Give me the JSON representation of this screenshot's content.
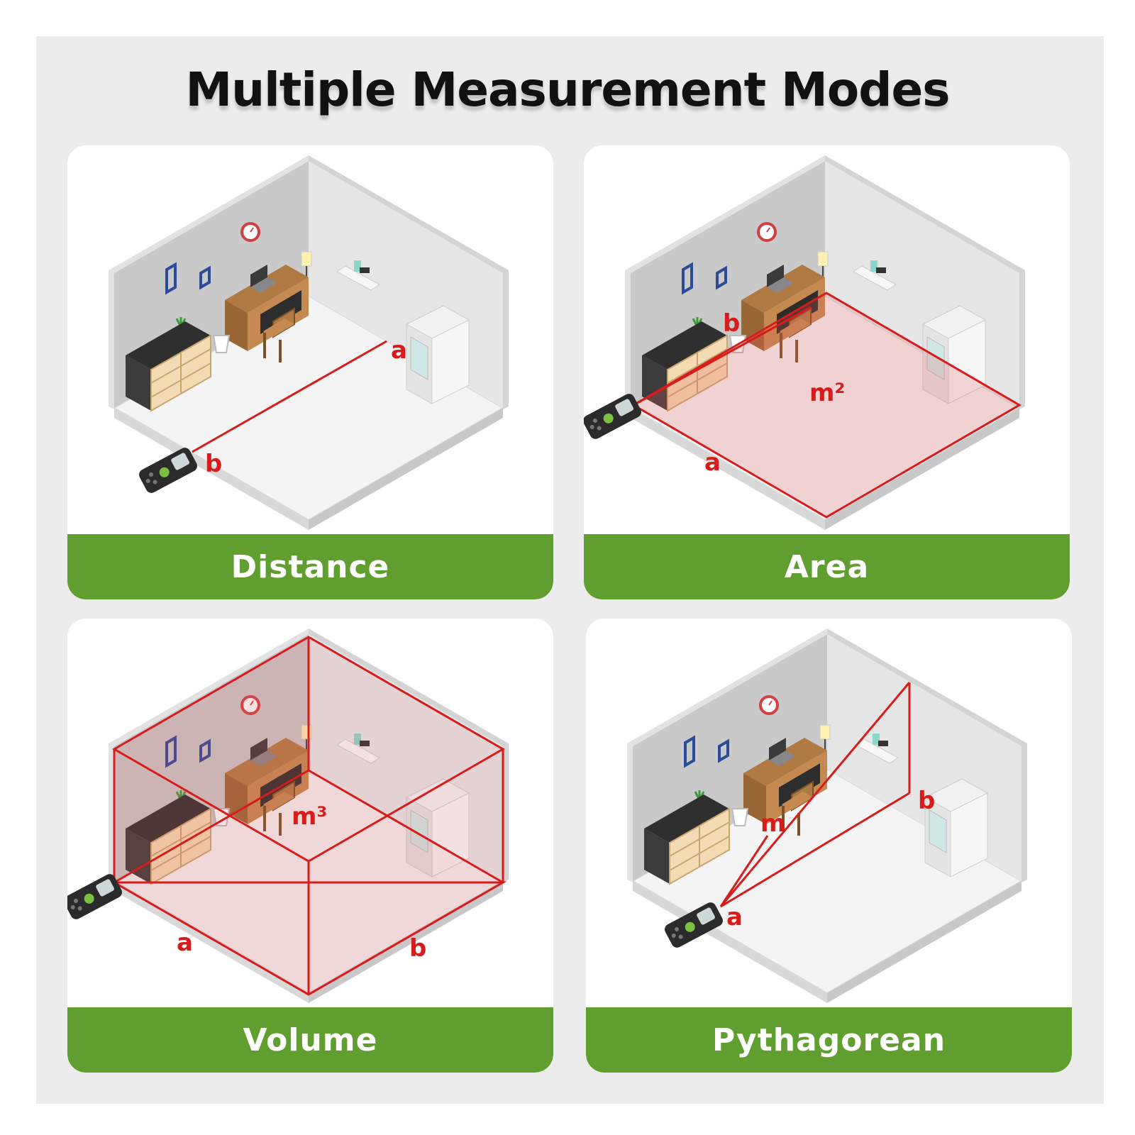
{
  "title": "Multiple Measurement Modes",
  "colors": {
    "accent_green": "#5f9e2f",
    "laser_red": "#d81c1c",
    "background_gray": "#ececec"
  },
  "cards": [
    {
      "mode": "Distance",
      "marks": {
        "a": "a",
        "b": "b"
      }
    },
    {
      "mode": "Area",
      "marks": {
        "a": "a",
        "b": "b",
        "unit": "m²"
      }
    },
    {
      "mode": "Volume",
      "marks": {
        "a": "a",
        "b": "b",
        "unit": "m³"
      }
    },
    {
      "mode": "Pythagorean",
      "marks": {
        "a": "a",
        "b": "b",
        "unit": "m"
      }
    }
  ],
  "icons": [
    "laser-distance-meter-icon",
    "room-scene-icon"
  ]
}
